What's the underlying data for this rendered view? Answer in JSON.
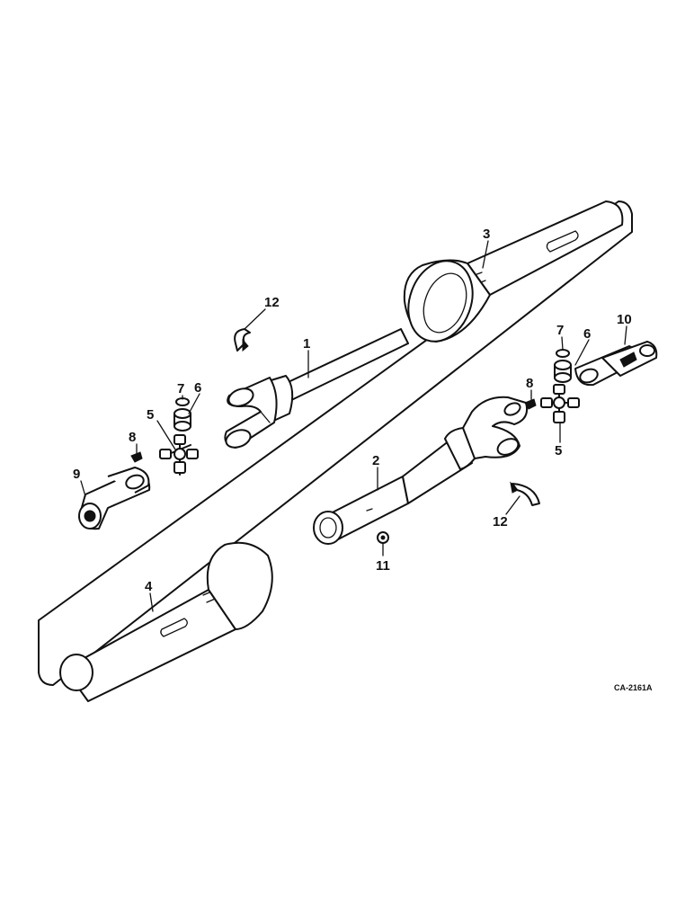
{
  "callouts": {
    "p1": "1",
    "p2": "2",
    "p3": "3",
    "p4": "4",
    "p5a": "5",
    "p5b": "5",
    "p6a": "6",
    "p6b": "6",
    "p7a": "7",
    "p7b": "7",
    "p8a": "8",
    "p8b": "8",
    "p9": "9",
    "p10": "10",
    "p11": "11",
    "p12a": "12",
    "p12b": "12"
  },
  "drawing_code": "CA-2161A"
}
